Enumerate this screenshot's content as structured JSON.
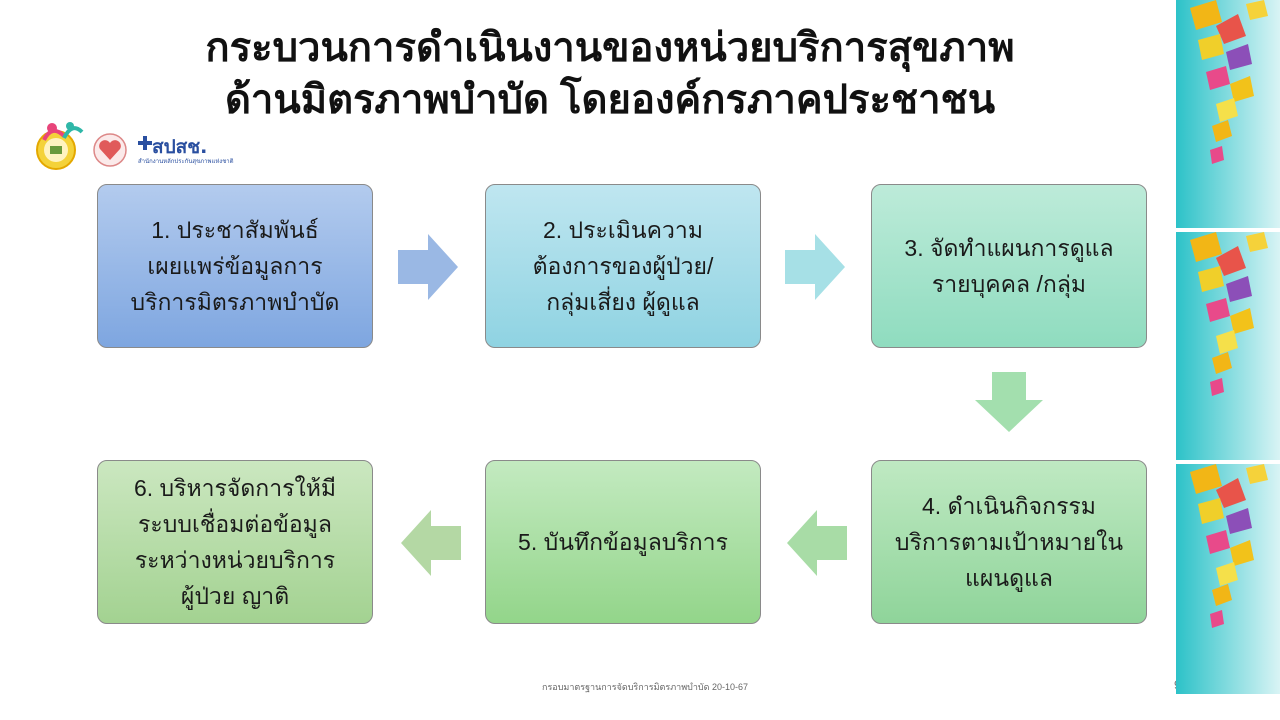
{
  "slide": {
    "title_line1": "กระบวนการดำเนินงานของหน่วยบริการสุขภาพ",
    "title_line2": "ด้านมิตรภาพบำบัด โดยองค์กรภาคประชาชน",
    "logo_text": "สปสช.",
    "logo_subtext": "สำนักงานหลักประกันสุขภาพแห่งชาติ",
    "footer": "กรอบมาตรฐานการจัดบริการมิตรภาพบำบัด 20-10-67",
    "page_number": "9"
  },
  "steps": [
    {
      "label": "1. ประชาสัมพันธ์\nเผยแพร่ข้อมูลการ\nบริการมิตรภาพบำบัด",
      "color": "#7ea6e0"
    },
    {
      "label": "2. ประเมินความ\nต้องการของผู้ป่วย/\nกลุ่มเสี่ยง ผู้ดูแล",
      "color": "#8fd3e2"
    },
    {
      "label": "3. จัดทำแผนการดูแล\nรายบุคคล /กลุ่ม",
      "color": "#8fdcbf"
    },
    {
      "label": "4. ดำเนินกิจกรรม\nบริการตามเป้าหมายใน\nแผนดูแล",
      "color": "#8fd49a"
    },
    {
      "label": "5. บันทึกข้อมูลบริการ",
      "color": "#93d58a"
    },
    {
      "label": "6. บริหารจัดการให้มี\nระบบเชื่อมต่อข้อมูล\nระหว่างหน่วยบริการ\nผู้ป่วย ญาติ",
      "color": "#a3d291"
    }
  ],
  "icons": {
    "flow_arrow": "arrow-icon",
    "logo_left": "health-logo-icon",
    "logo_heart": "heart-logo-icon",
    "logo_nhso": "nhso-cross-icon"
  }
}
